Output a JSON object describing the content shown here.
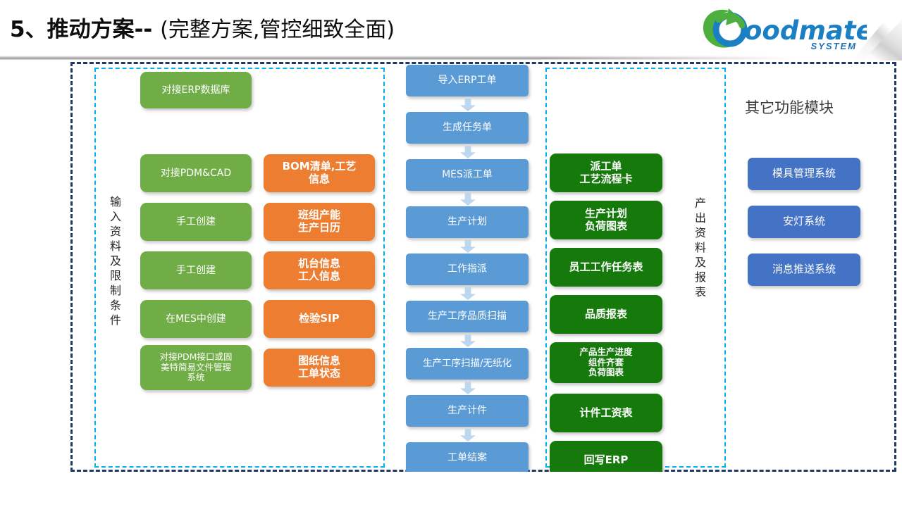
{
  "header": {
    "title_main": "5、推动方案--",
    "title_sub": "(完整方案,管控细致全面)",
    "logo_name": "Goodmate",
    "logo_sub": "SYSTEM",
    "logo_colors": {
      "green": "#4CAF3E",
      "blue": "#1B7FC4",
      "dark_blue": "#135e92"
    }
  },
  "colors": {
    "outer_frame": "#1F3864",
    "inner_frame": "#00B0F0",
    "green": "#70AD47",
    "orange": "#ED7D31",
    "blue": "#5B9BD5",
    "dark_green": "#157A0B",
    "module_blue": "#4472C4",
    "arrow": "#BDD7EE"
  },
  "left_section": {
    "vertical_label": "输入资料及限制条件",
    "top_box": "对接ERP数据库",
    "source_boxes": [
      "对接PDM&CAD",
      "手工创建",
      "手工创建",
      "在MES中创建",
      "对接PDM接口或固美特简易文件管理系统"
    ],
    "data_boxes": [
      "BOM清单,工艺信息",
      "班组产能生产日历",
      "机台信息工人信息",
      "检验SIP",
      "图纸信息工单状态"
    ],
    "data_boxes_lines": [
      [
        "BOM清单,工艺",
        "信息"
      ],
      [
        "班组产能",
        "生产日历"
      ],
      [
        "机台信息",
        "工人信息"
      ],
      [
        "检验SIP"
      ],
      [
        "图纸信息",
        "工单状态"
      ]
    ],
    "source_boxes_lines": [
      [
        "对接PDM&CAD"
      ],
      [
        "手工创建"
      ],
      [
        "手工创建"
      ],
      [
        "在MES中创建"
      ],
      [
        "对接PDM接口或固",
        "美特简易文件管理",
        "系统"
      ]
    ]
  },
  "flow_section": {
    "steps": [
      "导入ERP工单",
      "生成任务单",
      "MES派工单",
      "生产计划",
      "工作指派",
      "生产工序品质扫描",
      "生产工序扫描/无纸化",
      "生产计件",
      "工单结案"
    ]
  },
  "output_section": {
    "vertical_label": "产出资料及报表",
    "boxes_lines": [
      [
        "派工单",
        "工艺流程卡"
      ],
      [
        "生产计划",
        "负荷图表"
      ],
      [
        "员工工作任务表"
      ],
      [
        "品质报表"
      ],
      [
        "产品生产进度",
        "组件齐套",
        "负荷图表"
      ],
      [
        "计件工资表"
      ],
      [
        "回写ERP"
      ]
    ]
  },
  "modules_section": {
    "title": "其它功能模块",
    "items": [
      "模具管理系统",
      "安灯系统",
      "消息推送系统"
    ]
  }
}
